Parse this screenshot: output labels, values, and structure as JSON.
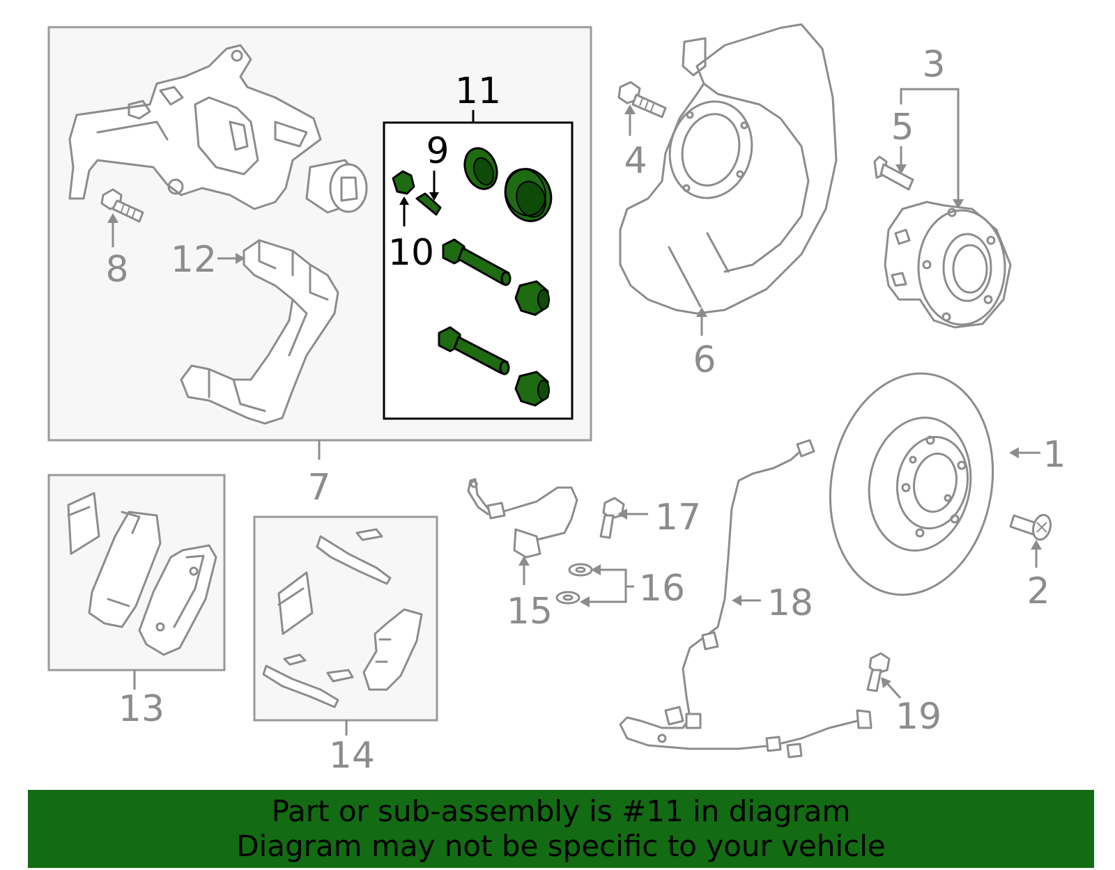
{
  "callouts": {
    "c1": "1",
    "c2": "2",
    "c3": "3",
    "c4": "4",
    "c5": "5",
    "c6": "6",
    "c7": "7",
    "c8": "8",
    "c9": "9",
    "c10": "10",
    "c11": "11",
    "c12": "12",
    "c13": "13",
    "c14": "14",
    "c15": "15",
    "c16": "16",
    "c17": "17",
    "c18": "18",
    "c19": "19"
  },
  "highlight_part": "11",
  "colors": {
    "highlight_green": "#1e6b12",
    "banner_green": "#136b13",
    "line_gray": "#8c8c8c",
    "box_fill": "#f7f7f7"
  },
  "banner": {
    "line1": "Part or sub-assembly is #11 in diagram",
    "line2": "Diagram may not be specific to your vehicle"
  }
}
